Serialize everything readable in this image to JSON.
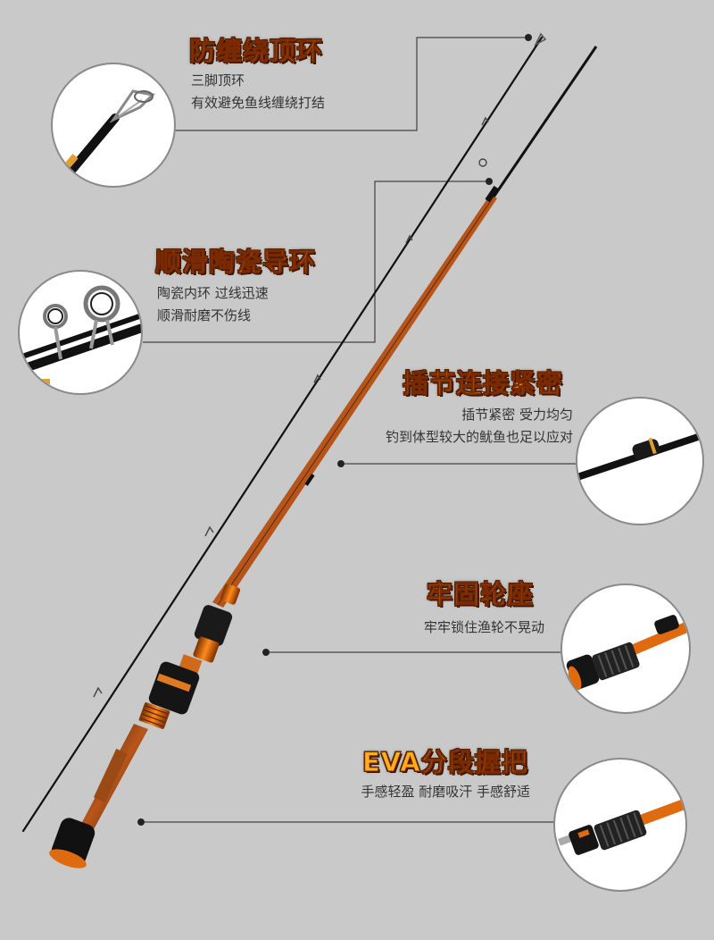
{
  "features": [
    {
      "id": "tip",
      "title": "防缠绕顶环",
      "lines": [
        "三脚顶环",
        "有效避免鱼线缠绕打结"
      ]
    },
    {
      "id": "guides",
      "title": "顺滑陶瓷导环",
      "lines": [
        "陶瓷内环 过线迅速",
        "顺滑耐磨不伤线"
      ]
    },
    {
      "id": "joint",
      "title": "插节连接紧密",
      "lines": [
        "插节紧密 受力均匀",
        "钓到体型较大的鱿鱼也足以应对"
      ]
    },
    {
      "id": "reel",
      "title": "牢固轮座",
      "lines": [
        "牢牢锁住渔轮不晃动"
      ]
    },
    {
      "id": "eva",
      "title": "EVA分段握把",
      "lines": [
        "手感轻盈  耐磨吸汗  手感舒适"
      ]
    }
  ],
  "icons": {
    "tip": "tip-top-guide-icon",
    "guides": "ceramic-guide-icon",
    "joint": "ferrule-joint-icon",
    "reel": "reel-seat-icon",
    "eva": "eva-grip-icon"
  },
  "colors": {
    "background": "#c9c9c9",
    "title": "#ffae1a",
    "title_outline": "#3a1400",
    "accent_orange": "#e06a10",
    "rod_black": "#111111"
  }
}
